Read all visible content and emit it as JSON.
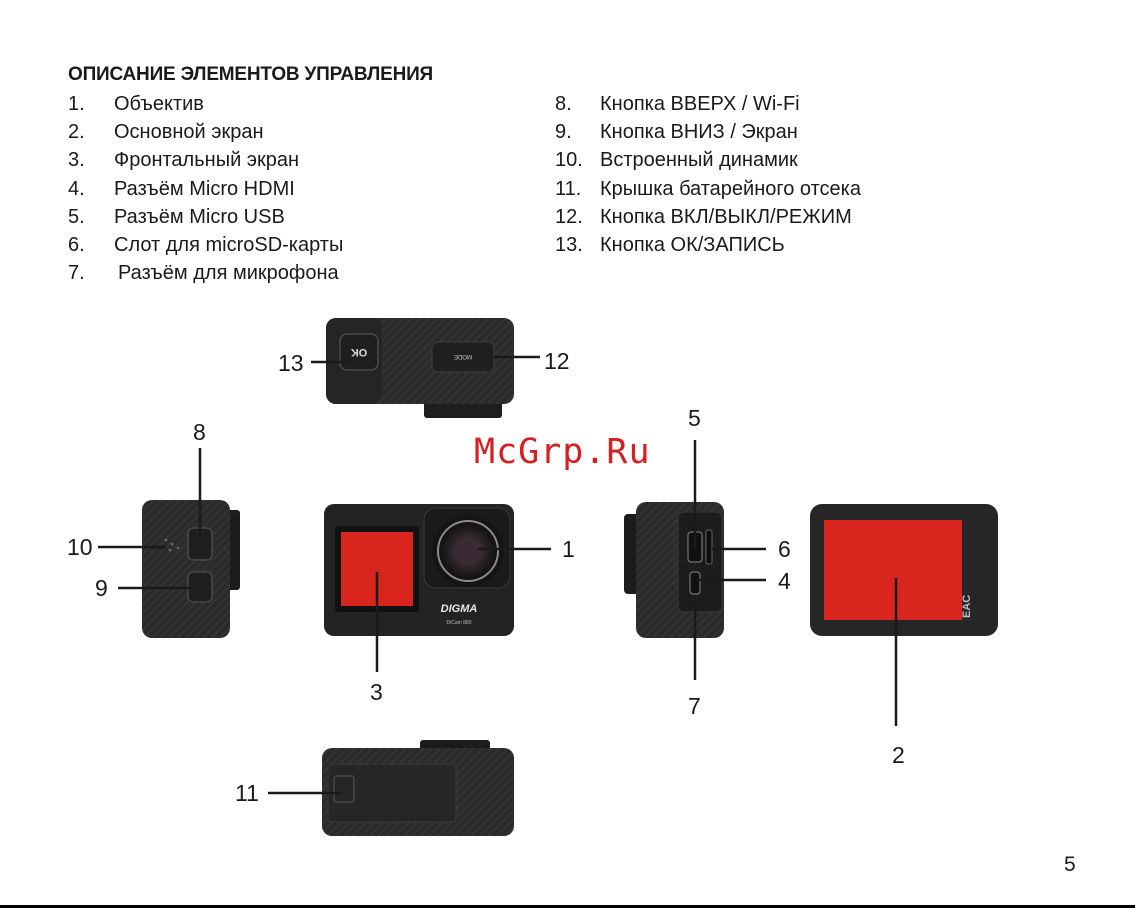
{
  "heading": "ОПИСАНИЕ ЭЛЕМЕНТОВ УПРАВЛЕНИЯ",
  "items_left": [
    {
      "num": "1.",
      "label": "Объектив"
    },
    {
      "num": "2.",
      "label": "Основной экран"
    },
    {
      "num": "3.",
      "label": "Фронтальный экран"
    },
    {
      "num": "4.",
      "label": "Разъём Micro HDMI"
    },
    {
      "num": "5.",
      "label": "Разъём Micro USB"
    },
    {
      "num": "6.",
      "label": "Слот для microSD-карты"
    },
    {
      "num": "7.",
      "label": "Разъём для микрофона"
    }
  ],
  "items_right": [
    {
      "num": "8.",
      "label": "Кнопка ВВЕРХ / Wi-Fi"
    },
    {
      "num": "9.",
      "label": "Кнопка ВНИЗ / Экран"
    },
    {
      "num": "10.",
      "label": "Встроенный динамик"
    },
    {
      "num": "11.",
      "label": "Крышка батарейного отсека"
    },
    {
      "num": "12.",
      "label": "Кнопка ВКЛ/ВЫКЛ/РЕЖИМ"
    },
    {
      "num": "13.",
      "label": "Кнопка ОК/ЗАПИСЬ"
    }
  ],
  "callouts": {
    "c1": "1",
    "c2": "2",
    "c3": "3",
    "c4": "4",
    "c5": "5",
    "c6": "6",
    "c7": "7",
    "c8": "8",
    "c9": "9",
    "c10": "10",
    "c11": "11",
    "c12": "12",
    "c13": "13"
  },
  "camera_text": {
    "ok": "OK",
    "mode": "MODE",
    "brand": "DIGMA",
    "model": "DiCam 880",
    "cert": "EAC"
  },
  "watermark": "McGrp.Ru",
  "page_number": "5",
  "colors": {
    "text": "#1a1a1a",
    "camera_body": "#2a2a2a",
    "screen": "#d8261f",
    "watermark": "#d41f23"
  }
}
